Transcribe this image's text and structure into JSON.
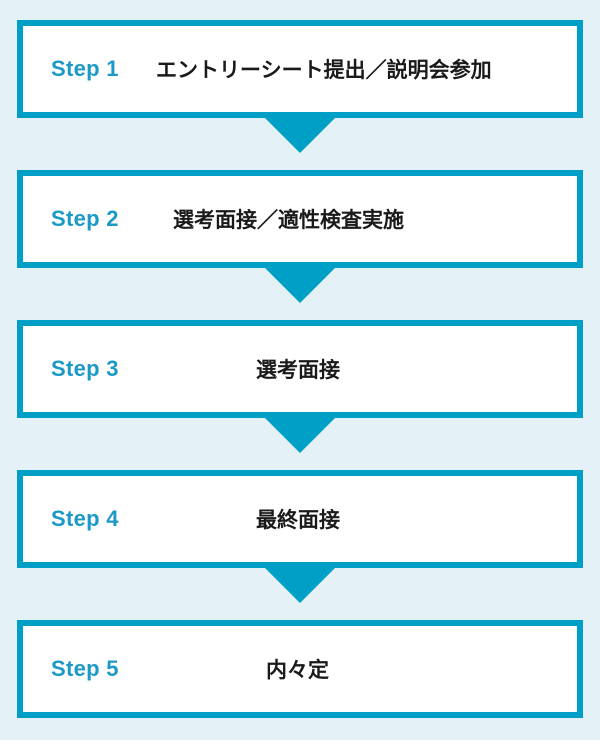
{
  "colors": {
    "background": "#e4f2f8",
    "accent": "#00a0c6",
    "step_label": "#1c99c6",
    "text": "#1a1a1a",
    "box_fill": "#ffffff"
  },
  "steps": [
    {
      "label": "Step 1",
      "text": "エントリーシート提出／説明会参加"
    },
    {
      "label": "Step 2",
      "text": "選考面接／適性検査実施"
    },
    {
      "label": "Step 3",
      "text": "選考面接"
    },
    {
      "label": "Step 4",
      "text": "最終面接"
    },
    {
      "label": "Step 5",
      "text": "内々定"
    }
  ],
  "arrow_icon": "down-triangle-icon"
}
